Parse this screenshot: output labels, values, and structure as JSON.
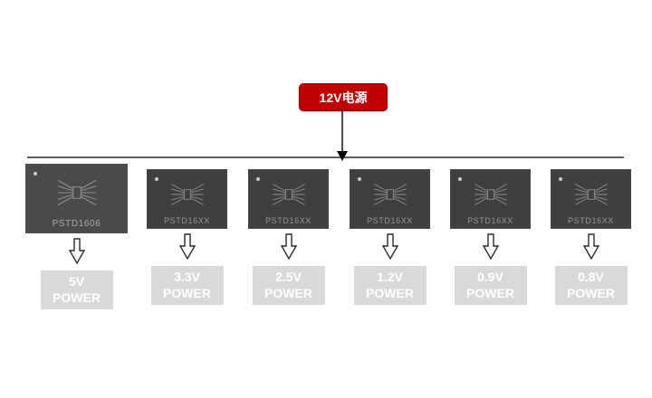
{
  "supply": {
    "label": "12V电源"
  },
  "channels": [
    {
      "chip_label": "PSTD1606",
      "voltage": "5V",
      "power_label": "POWER"
    },
    {
      "chip_label": "PSTD16XX",
      "voltage": "3.3V",
      "power_label": "POWER"
    },
    {
      "chip_label": "PSTD16XX",
      "voltage": "2.5V",
      "power_label": "POWER"
    },
    {
      "chip_label": "PSTD16XX",
      "voltage": "1.2V",
      "power_label": "POWER"
    },
    {
      "chip_label": "PSTD16XX",
      "voltage": "0.9V",
      "power_label": "POWER"
    },
    {
      "chip_label": "PSTD16XX",
      "voltage": "0.8V",
      "power_label": "POWER"
    }
  ],
  "colors": {
    "supply_red": "#c00000",
    "chip_primary": "#4a4a4a",
    "chip_dark": "#3f3f3f",
    "power_box_gray": "#d9d9d9"
  }
}
